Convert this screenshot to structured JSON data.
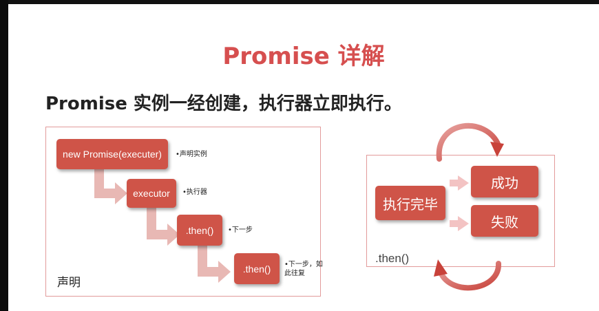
{
  "slide": {
    "title": "Promise 详解",
    "subtitle": "Promise 实例一经创建，执行器立即执行。"
  },
  "left_diagram": {
    "steps": [
      {
        "label": "new Promise(executer)",
        "note": "•声明实例"
      },
      {
        "label": "executor",
        "note": "•执行器"
      },
      {
        "label": ".then()",
        "note": "•下一步"
      },
      {
        "label": ".then()",
        "note": "•下一步，如此往复"
      }
    ],
    "panel_label": "声明"
  },
  "right_diagram": {
    "done": "执行完毕",
    "success": "成功",
    "failure": "失败",
    "then_label": ".then()"
  },
  "colors": {
    "title": "#d64f4f",
    "box": "#cf5448",
    "arrow": "#e8b8b4",
    "border": "#e29a9a"
  }
}
